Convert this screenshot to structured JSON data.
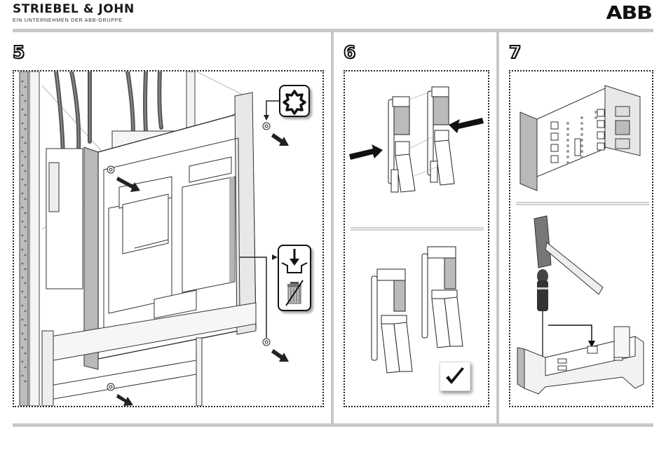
{
  "header": {
    "brand": "STRIEBEL & JOHN",
    "tagline": "EIN UNTERNEHMEN DER ABB-GRUPPE",
    "logo": "ABB"
  },
  "steps": [
    {
      "number": "5",
      "illustration": "remove-cover-panel-from-rack",
      "callouts": [
        {
          "icon": "torx-bit-icon",
          "meaning": "Torx screwdriver"
        },
        {
          "icon": "keep-parts-tray-icon",
          "meaning": "Store removed parts"
        },
        {
          "icon": "no-trash-icon",
          "meaning": "Do not discard"
        }
      ],
      "arrows": [
        "screw-out-top-right",
        "screw-out-top-left",
        "screw-out-bottom-right",
        "screw-out-bottom-left"
      ]
    },
    {
      "number": "6",
      "panels": [
        {
          "illustration": "clips-pressed-together",
          "arrows": [
            "push-right",
            "push-left"
          ]
        },
        {
          "illustration": "clips-assembled",
          "status_icon": "check-icon"
        }
      ]
    },
    {
      "number": "7",
      "panels": [
        {
          "illustration": "base-frame-empty"
        },
        {
          "illustration": "punch-out-knockout-with-hammer-and-screwdriver",
          "tools": [
            "hammer-icon",
            "screwdriver-icon"
          ]
        }
      ]
    }
  ]
}
